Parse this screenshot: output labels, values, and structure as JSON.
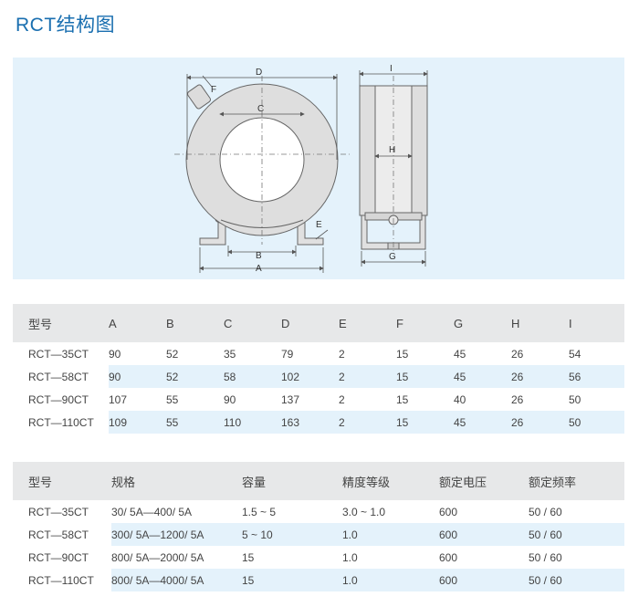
{
  "title": "RCT结构图",
  "diagram": {
    "labels": {
      "A": "A",
      "B": "B",
      "C": "C",
      "D": "D",
      "E": "E",
      "F": "F",
      "G": "G",
      "H": "H",
      "I": "I"
    }
  },
  "dims_table": {
    "headers": [
      "型号",
      "A",
      "B",
      "C",
      "D",
      "E",
      "F",
      "G",
      "H",
      "I"
    ],
    "rows": [
      [
        "RCT—35CT",
        "90",
        "52",
        "35",
        "79",
        "2",
        "15",
        "45",
        "26",
        "54"
      ],
      [
        "RCT—58CT",
        "90",
        "52",
        "58",
        "102",
        "2",
        "15",
        "45",
        "26",
        "56"
      ],
      [
        "RCT—90CT",
        "107",
        "55",
        "90",
        "137",
        "2",
        "15",
        "40",
        "26",
        "50"
      ],
      [
        "RCT—110CT",
        "109",
        "55",
        "110",
        "163",
        "2",
        "15",
        "45",
        "26",
        "50"
      ]
    ]
  },
  "spec_table": {
    "headers": [
      "型号",
      "规格",
      "容量",
      "精度等级",
      "额定电压",
      "额定频率"
    ],
    "rows": [
      [
        "RCT—35CT",
        "30/ 5A—400/ 5A",
        "1.5 ~ 5",
        "3.0 ~ 1.0",
        "600",
        "50 / 60"
      ],
      [
        "RCT—58CT",
        "300/ 5A—1200/ 5A",
        "5 ~ 10",
        "1.0",
        "600",
        "50 / 60"
      ],
      [
        "RCT—90CT",
        "800/ 5A—2000/ 5A",
        "15",
        "1.0",
        "600",
        "50 / 60"
      ],
      [
        "RCT—110CT",
        "800/ 5A—4000/ 5A",
        "15",
        "1.0",
        "600",
        "50 / 60"
      ]
    ]
  }
}
